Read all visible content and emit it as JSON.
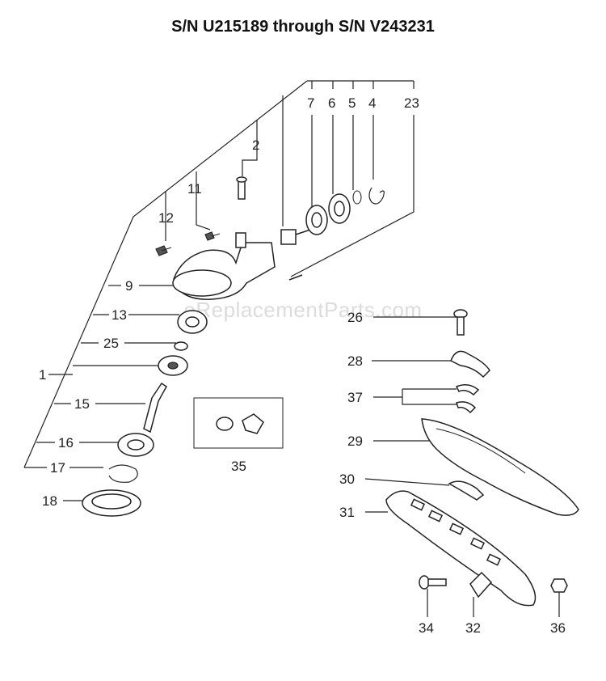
{
  "title": "S/N U215189 through S/N V243231",
  "watermark": "eReplacementParts.com",
  "callouts": {
    "c1": "1",
    "c2": "2",
    "c4": "4",
    "c5": "5",
    "c6": "6",
    "c7": "7",
    "c9": "9",
    "c11": "11",
    "c12": "12",
    "c13": "13",
    "c15": "15",
    "c16": "16",
    "c17": "17",
    "c18": "18",
    "c23": "23",
    "c25": "25",
    "c26": "26",
    "c28": "28",
    "c29": "29",
    "c30": "30",
    "c31": "31",
    "c32": "32",
    "c34": "34",
    "c35": "35",
    "c36": "36",
    "c37": "37"
  }
}
